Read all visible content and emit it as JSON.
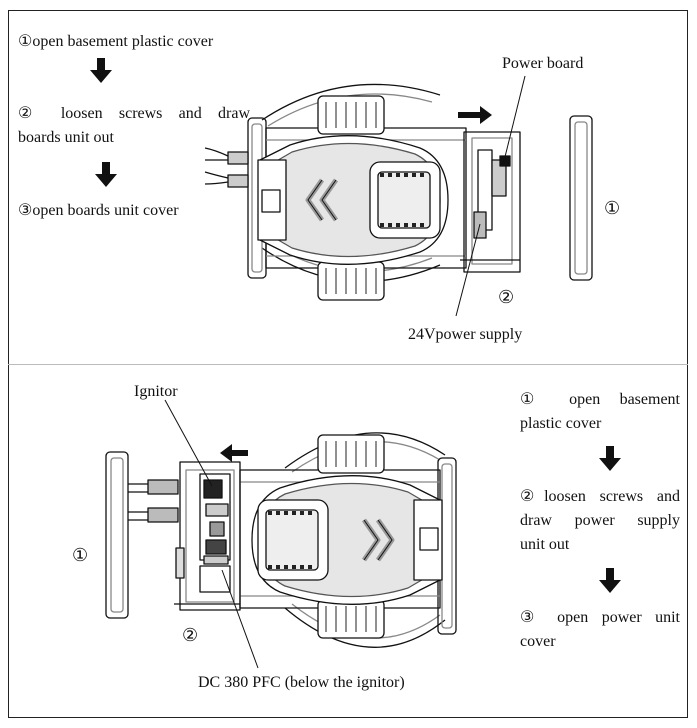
{
  "top": {
    "steps": [
      "①open basement plastic cover",
      "② loosen screws and draw",
      "boards unit out",
      "③open boards unit cover"
    ],
    "labels": {
      "power_board": "Power board",
      "supply": "24Vpower supply",
      "num1": "①",
      "num2": "②"
    }
  },
  "bottom": {
    "steps": [
      "① open basement",
      "plastic cover",
      "②loosen screws and",
      "draw power supply",
      "unit out",
      "③ open power unit",
      "cover"
    ],
    "labels": {
      "ignitor": "Ignitor",
      "pfc": "DC 380 PFC (below the ignitor)",
      "num1": "①",
      "num2": "②"
    }
  },
  "colors": {
    "ink": "#111111",
    "shade": "#d8d8d8",
    "mid": "#9a9a9a"
  }
}
